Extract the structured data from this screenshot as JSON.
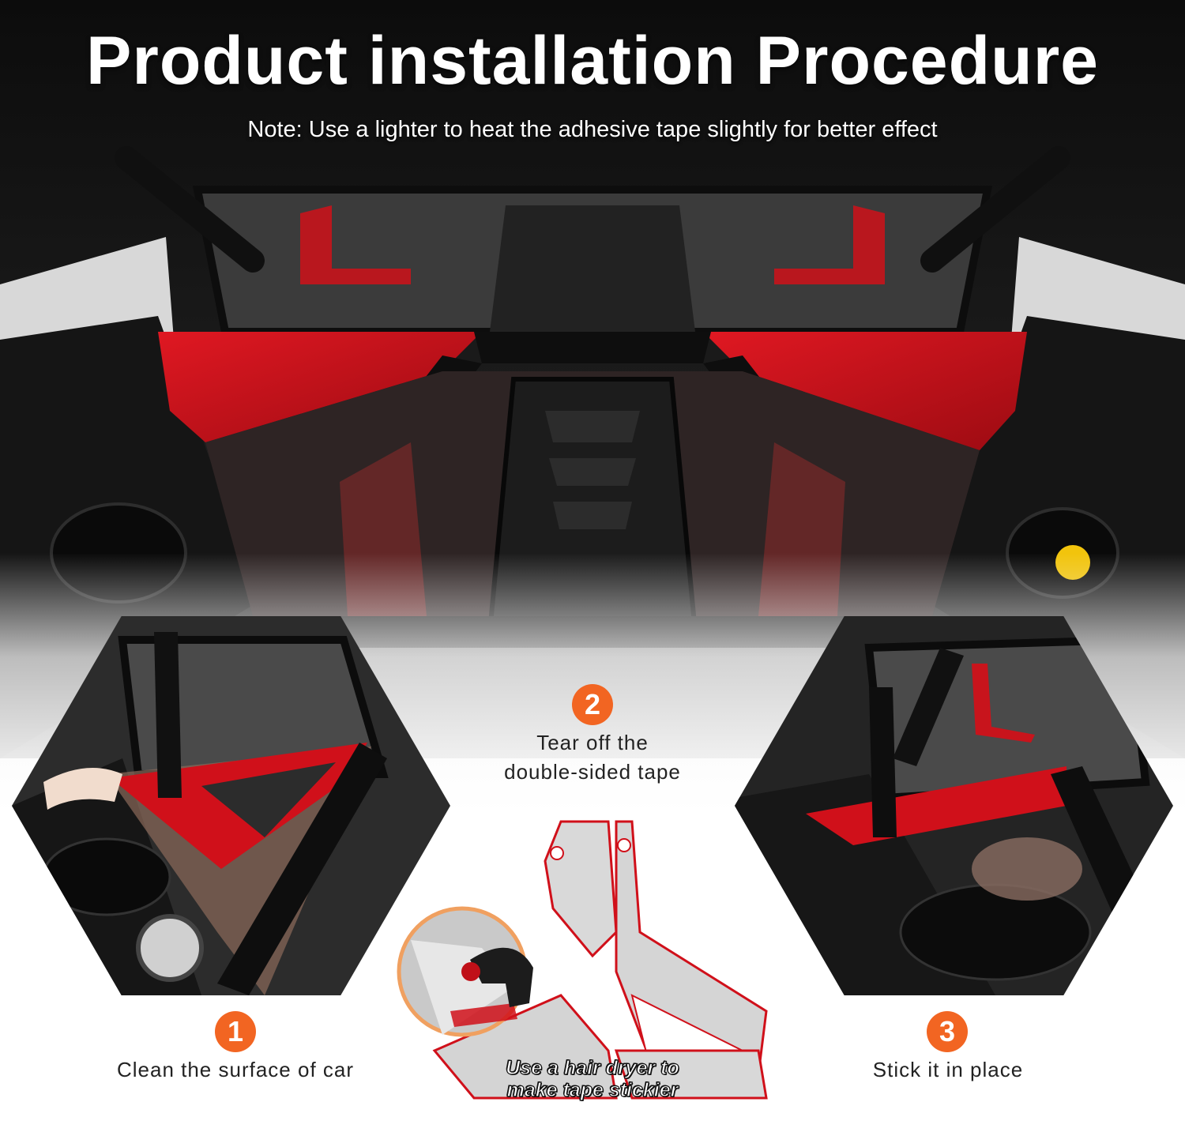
{
  "title": "Product installation Procedure",
  "note": "Note: Use a lighter to heat the adhesive tape slightly for better effect",
  "steps": [
    {
      "number": "1",
      "label": "Clean the surface of car"
    },
    {
      "number": "2",
      "label_line1": "Tear off the",
      "label_line2": "double-sided tape"
    },
    {
      "number": "3",
      "label": "Stick it in place"
    }
  ],
  "dryer_note_line1": "Use a hair dryer  to",
  "dryer_note_line2": "make tape stickier",
  "colors": {
    "accent_orange": "#f26522",
    "trim_red": "#d0101a",
    "engine_black": "#1a1a1a",
    "background": "#ffffff"
  }
}
